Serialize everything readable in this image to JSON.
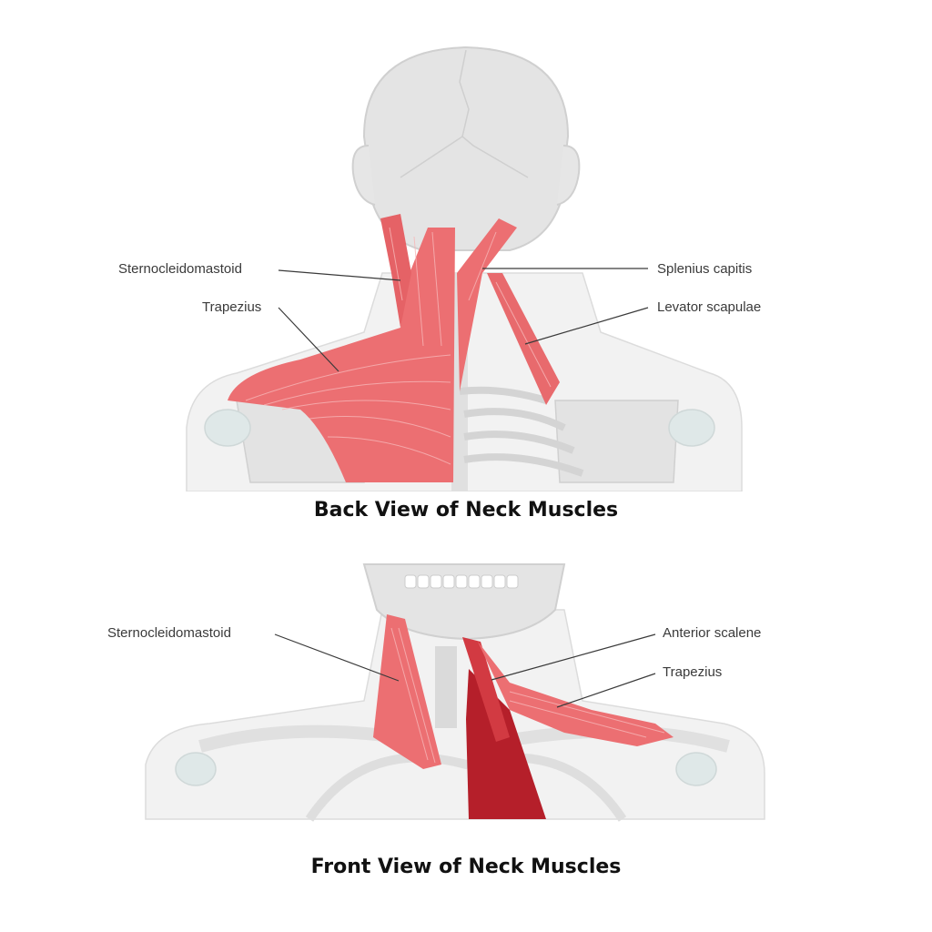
{
  "back_view": {
    "caption": "Back View of Neck Muscles",
    "labels": {
      "sternocleidomastoid": "Sternocleidomastoid",
      "trapezius": "Trapezius",
      "splenius_capitis": "Splenius capitis",
      "levator_scapulae": "Levator scapulae"
    }
  },
  "front_view": {
    "caption": "Front View of Neck Muscles",
    "labels": {
      "sternocleidomastoid": "Sternocleidomastoid",
      "anterior_scalene": "Anterior scalene",
      "trapezius": "Trapezius"
    }
  },
  "colors": {
    "muscle": "#ec6f72",
    "muscle_dark": "#b51f2a",
    "skeleton": "#e6e6e6",
    "outline": "#d2d2d2",
    "leader_line": "#3a3a3a"
  }
}
